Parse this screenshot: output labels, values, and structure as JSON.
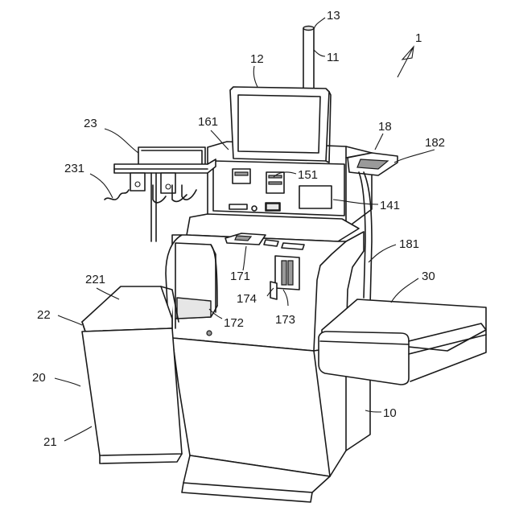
{
  "figure": {
    "reference_numerals": {
      "n1": "1",
      "n10": "10",
      "n11": "11",
      "n12": "12",
      "n13": "13",
      "n18": "18",
      "n20": "20",
      "n21": "21",
      "n22": "22",
      "n23": "23",
      "n30": "30",
      "n141": "141",
      "n151": "151",
      "n161": "161",
      "n171": "171",
      "n172": "172",
      "n173": "173",
      "n174": "174",
      "n181": "181",
      "n182": "182",
      "n221": "221",
      "n231": "231"
    }
  }
}
